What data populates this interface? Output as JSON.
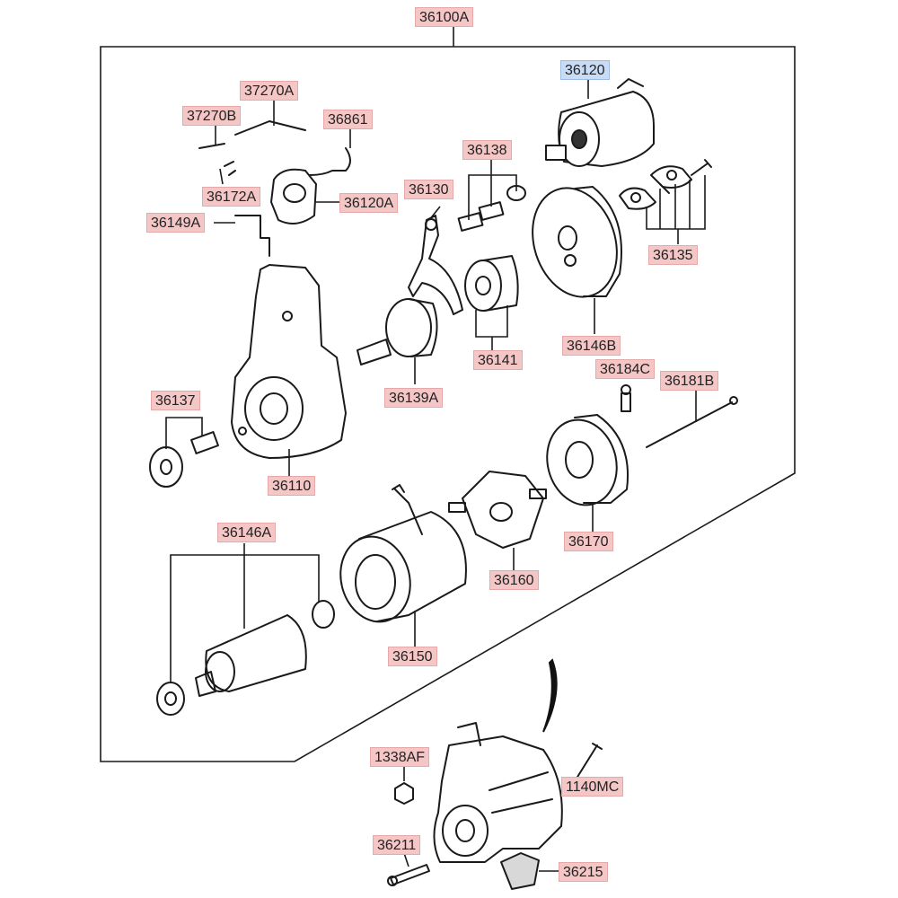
{
  "title": "36100A",
  "labels": {
    "l36100A": "36100A",
    "l36120": "36120",
    "l37270A": "37270A",
    "l37270B": "37270B",
    "l36861": "36861",
    "l36172A": "36172A",
    "l36120A": "36120A",
    "l36149A": "36149A",
    "l36130": "36130",
    "l36138": "36138",
    "l36135": "36135",
    "l36146B": "36146B",
    "l36141": "36141",
    "l36139A": "36139A",
    "l36184C": "36184C",
    "l36181B": "36181B",
    "l36137": "36137",
    "l36110": "36110",
    "l36170": "36170",
    "l36146A": "36146A",
    "l36160": "36160",
    "l36150": "36150",
    "l1338AF": "1338AF",
    "l1140MC": "1140MC",
    "l36211": "36211",
    "l36215": "36215"
  },
  "selected_part": "36120",
  "colors": {
    "label_bg": "#f4c6c6",
    "selected_bg": "#c9dcf5",
    "line": "#1a1a1a"
  }
}
